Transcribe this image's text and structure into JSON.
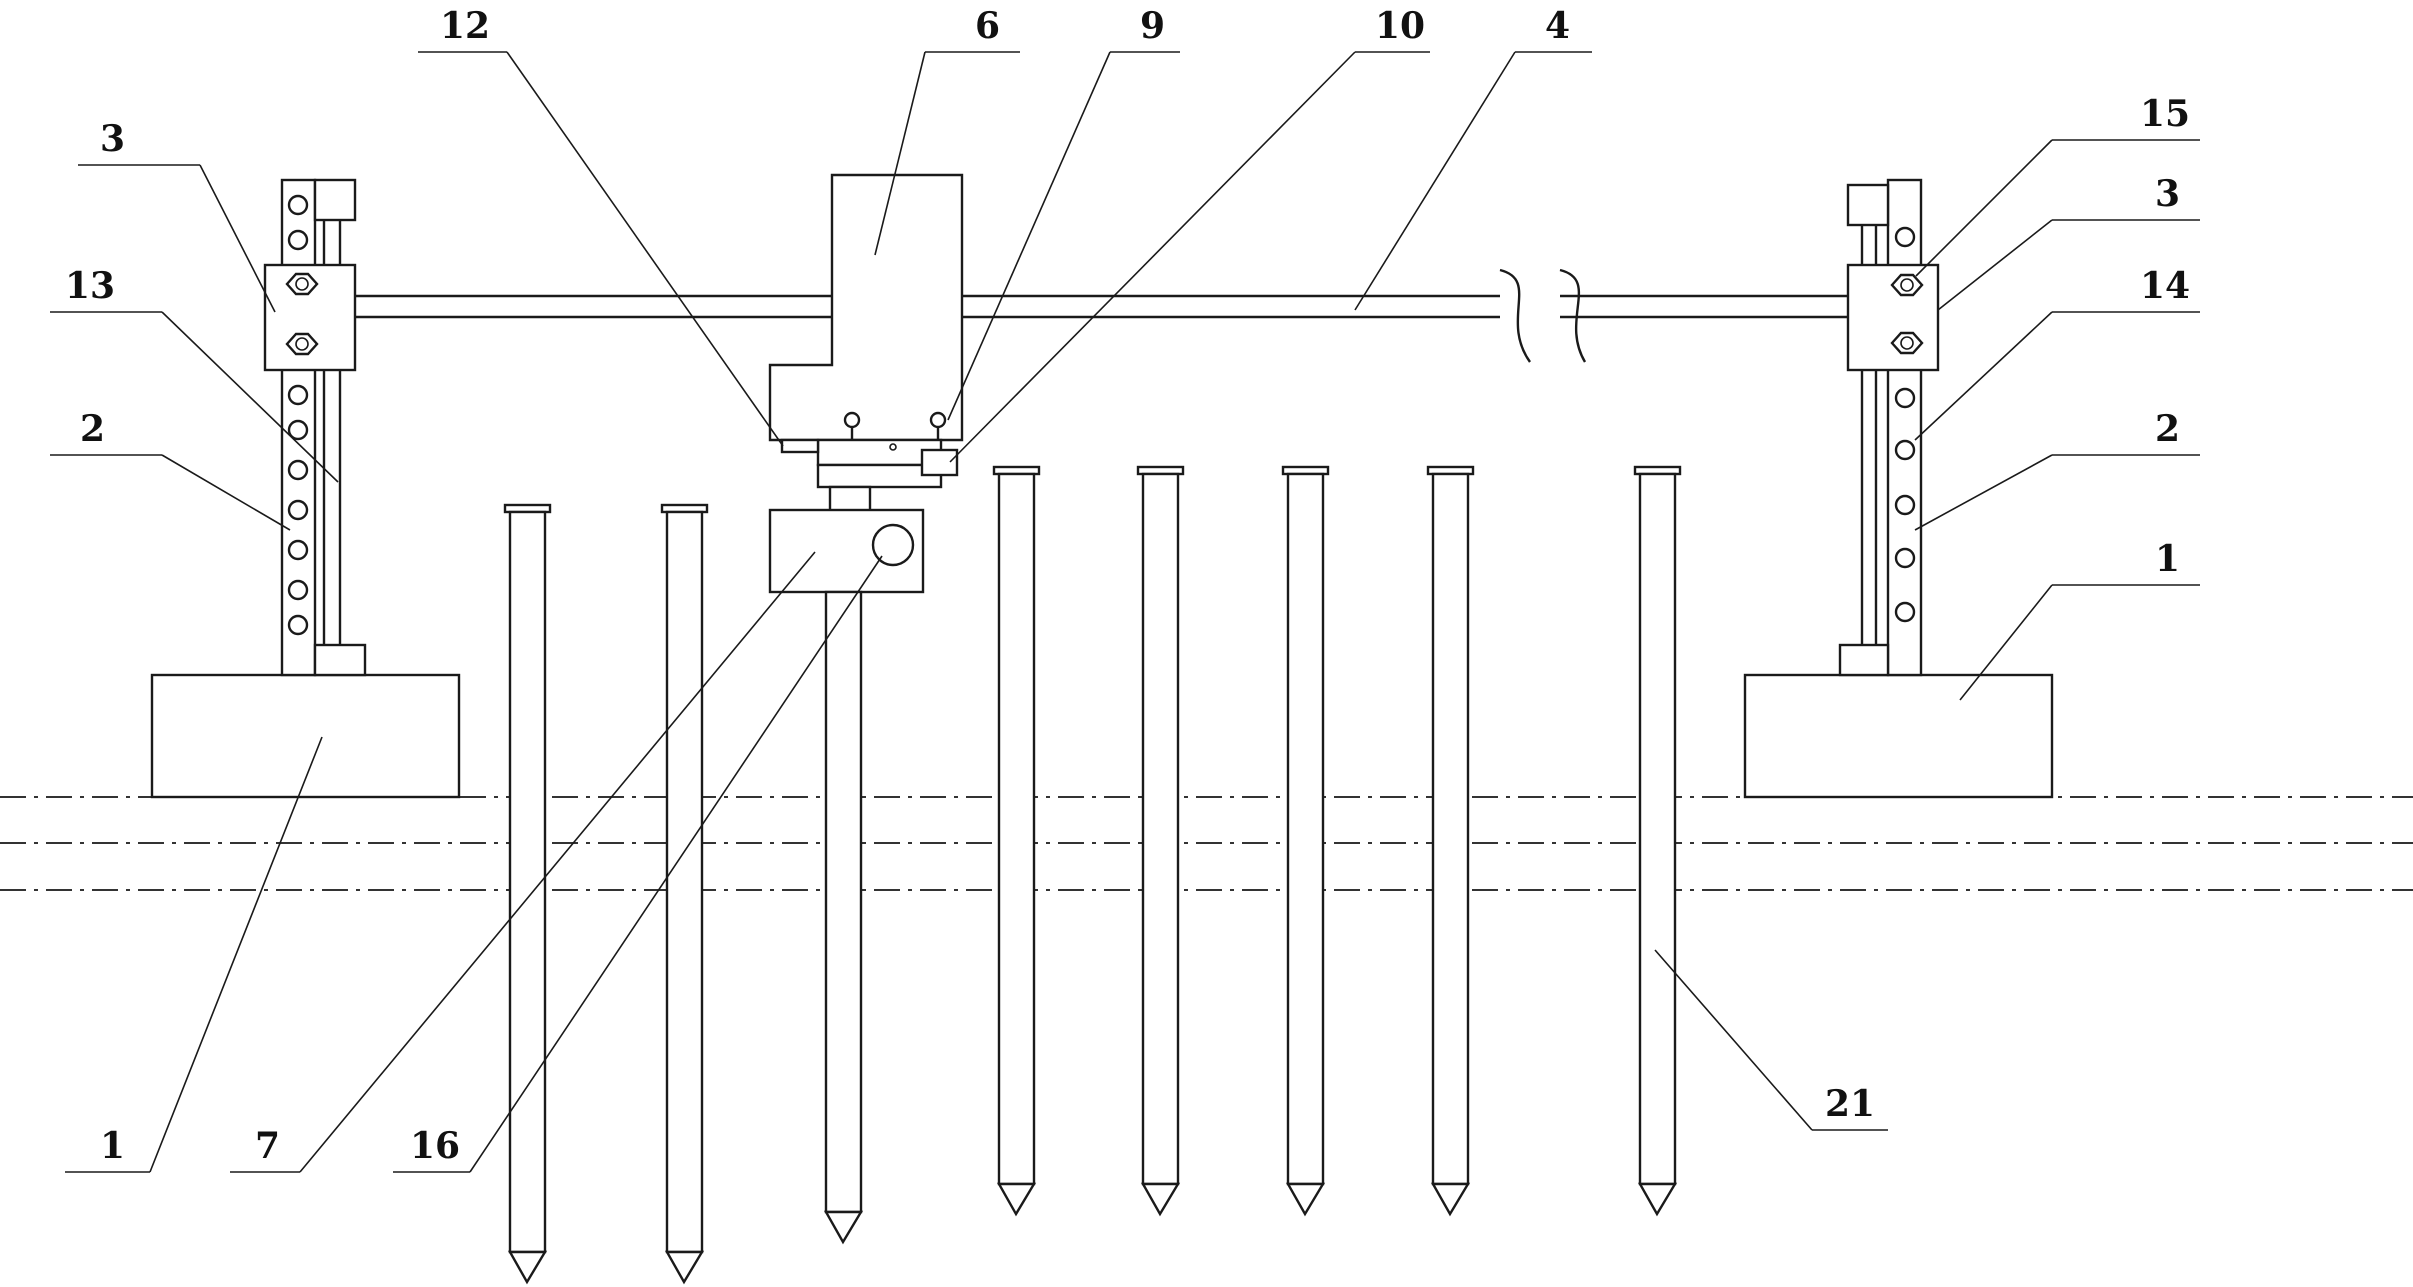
{
  "labels": {
    "l12": "12",
    "l6": "6",
    "l9": "9",
    "l10": "10",
    "l4": "4",
    "l15": "15",
    "l3_left": "3",
    "l3_right": "3",
    "l13": "13",
    "l14": "14",
    "l2_left": "2",
    "l2_right": "2",
    "l1_left": "1",
    "l1_right": "1",
    "l7": "7",
    "l16": "16",
    "l21": "21"
  },
  "colors": {
    "line": "#1a1a1a",
    "background": "#ffffff"
  }
}
